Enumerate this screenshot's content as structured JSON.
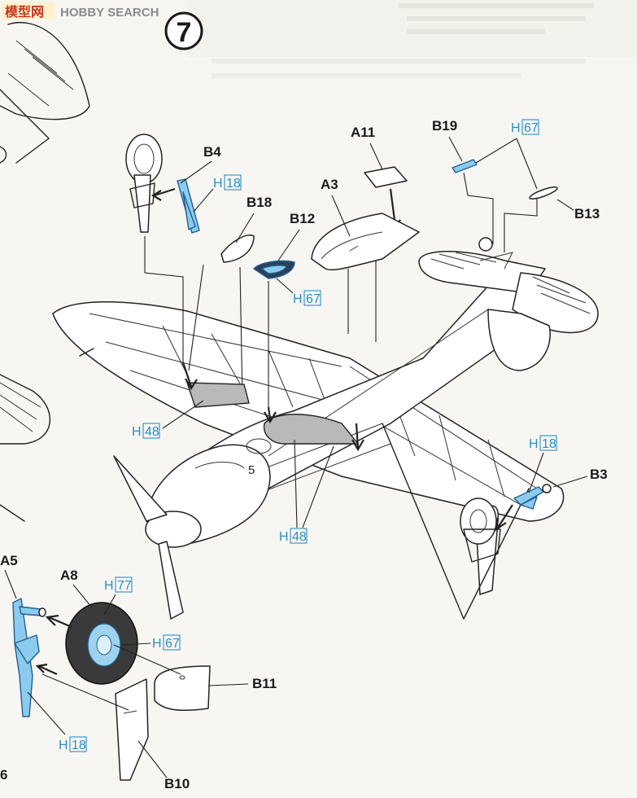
{
  "watermark": {
    "logo_text": "模型网",
    "brand_text": "HOBBY SEARCH"
  },
  "step": {
    "number": "7"
  },
  "part_labels": {
    "A11": "A11",
    "A3": "A3",
    "B19": "B19",
    "B13": "B13",
    "B4": "B4",
    "B18": "B18",
    "B12": "B12",
    "B3": "B3",
    "A8": "A8",
    "B11": "B11",
    "B10": "B10",
    "A5_partial": "A5",
    "page_number_partial": "6"
  },
  "color_callouts": {
    "h18_top": {
      "prefix": "H",
      "code": "18"
    },
    "h67_top": {
      "prefix": "H",
      "code": "67"
    },
    "h67_mid": {
      "prefix": "H",
      "code": "67"
    },
    "h48_left": {
      "prefix": "H",
      "code": "48"
    },
    "h48_bottom": {
      "prefix": "H",
      "code": "48"
    },
    "h18_right": {
      "prefix": "H",
      "code": "18"
    },
    "h77": {
      "prefix": "H",
      "code": "77"
    },
    "h67_wheel": {
      "prefix": "H",
      "code": "67"
    },
    "h18_bottom": {
      "prefix": "H",
      "code": "18"
    }
  },
  "fuselage_marking": "5",
  "colors": {
    "callout_blue": "#2a8fc7",
    "part_blue": "#8ccbee",
    "part_grey": "#b9b9b9"
  }
}
